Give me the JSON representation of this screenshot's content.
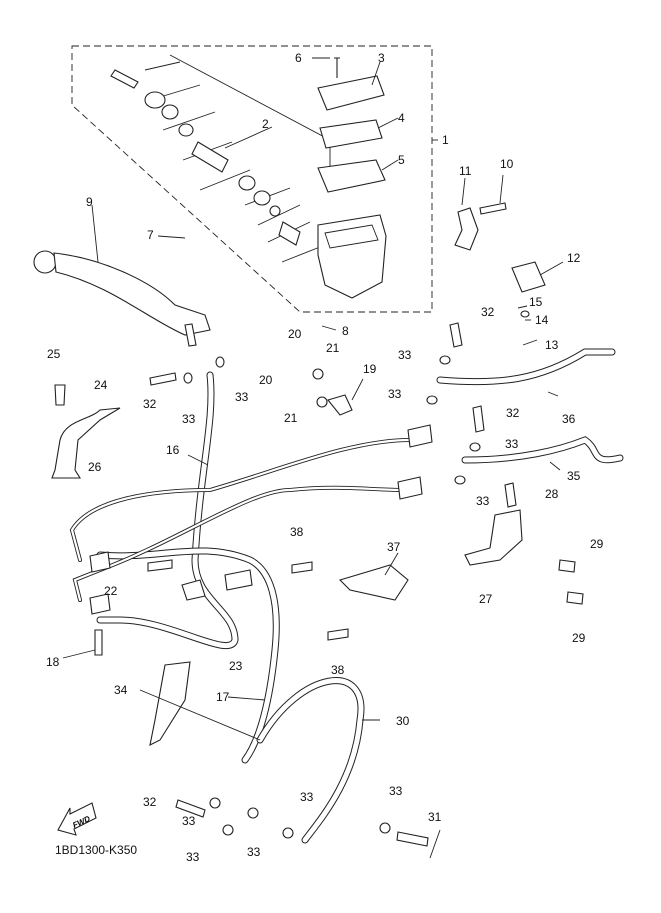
{
  "diagram": {
    "title": "Front master cylinder parts diagram",
    "diagram_code": "1BD1300-K350",
    "fwd_label": "FWD",
    "callouts": [
      {
        "id": "c1",
        "text": "1"
      },
      {
        "id": "c2",
        "text": "2"
      },
      {
        "id": "c3",
        "text": "3"
      },
      {
        "id": "c4",
        "text": "4"
      },
      {
        "id": "c5",
        "text": "5"
      },
      {
        "id": "c6",
        "text": "6"
      },
      {
        "id": "c7",
        "text": "7"
      },
      {
        "id": "c8",
        "text": "8"
      },
      {
        "id": "c9",
        "text": "9"
      },
      {
        "id": "c10",
        "text": "10"
      },
      {
        "id": "c11",
        "text": "11"
      },
      {
        "id": "c12",
        "text": "12"
      },
      {
        "id": "c13",
        "text": "13"
      },
      {
        "id": "c14",
        "text": "14"
      },
      {
        "id": "c15",
        "text": "15"
      },
      {
        "id": "c16",
        "text": "16"
      },
      {
        "id": "c17",
        "text": "17"
      },
      {
        "id": "c18",
        "text": "18"
      },
      {
        "id": "c19",
        "text": "19"
      },
      {
        "id": "c20a",
        "text": "20"
      },
      {
        "id": "c20b",
        "text": "20"
      },
      {
        "id": "c21a",
        "text": "21"
      },
      {
        "id": "c21b",
        "text": "21"
      },
      {
        "id": "c22",
        "text": "22"
      },
      {
        "id": "c23",
        "text": "23"
      },
      {
        "id": "c24",
        "text": "24"
      },
      {
        "id": "c25",
        "text": "25"
      },
      {
        "id": "c26",
        "text": "26"
      },
      {
        "id": "c27",
        "text": "27"
      },
      {
        "id": "c28",
        "text": "28"
      },
      {
        "id": "c29a",
        "text": "29"
      },
      {
        "id": "c29b",
        "text": "29"
      },
      {
        "id": "c30",
        "text": "30"
      },
      {
        "id": "c31",
        "text": "31"
      },
      {
        "id": "c32a",
        "text": "32"
      },
      {
        "id": "c32b",
        "text": "32"
      },
      {
        "id": "c32c",
        "text": "32"
      },
      {
        "id": "c32d",
        "text": "32"
      },
      {
        "id": "c33a",
        "text": "33"
      },
      {
        "id": "c33b",
        "text": "33"
      },
      {
        "id": "c33c",
        "text": "33"
      },
      {
        "id": "c33d",
        "text": "33"
      },
      {
        "id": "c33e",
        "text": "33"
      },
      {
        "id": "c33f",
        "text": "33"
      },
      {
        "id": "c33g",
        "text": "33"
      },
      {
        "id": "c33h",
        "text": "33"
      },
      {
        "id": "c33i",
        "text": "33"
      },
      {
        "id": "c33j",
        "text": "33"
      },
      {
        "id": "c33k",
        "text": "33"
      },
      {
        "id": "c34",
        "text": "34"
      },
      {
        "id": "c35",
        "text": "35"
      },
      {
        "id": "c36",
        "text": "36"
      },
      {
        "id": "c37",
        "text": "37"
      },
      {
        "id": "c38a",
        "text": "38"
      },
      {
        "id": "c38b",
        "text": "38"
      }
    ]
  }
}
